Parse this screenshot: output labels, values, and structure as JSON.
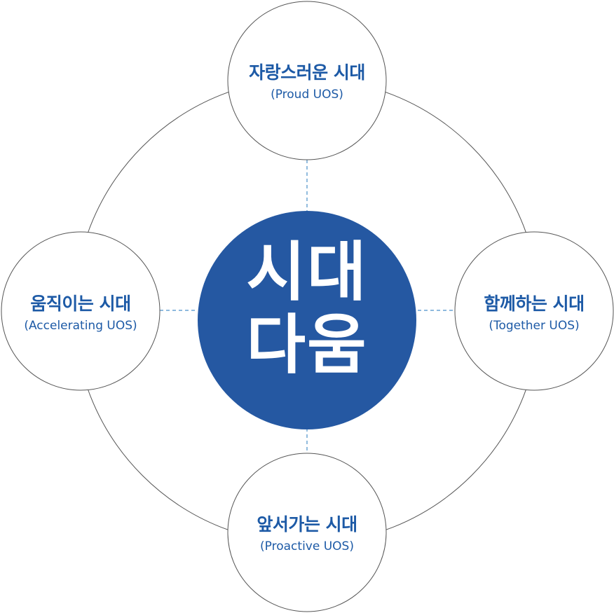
{
  "center": {
    "line1": "시대",
    "line2": "다움"
  },
  "nodes": {
    "top": {
      "title": "자랑스러운 시대",
      "subtitle": "(Proud UOS)"
    },
    "left": {
      "title": "움직이는 시대",
      "subtitle": "(Accelerating UOS)"
    },
    "right": {
      "title": "함께하는 시대",
      "subtitle": "(Together UOS)"
    },
    "bottom": {
      "title": "앞서가는 시대",
      "subtitle": "(Proactive UOS)"
    }
  },
  "colors": {
    "center_fill": "#2558a2",
    "text_blue": "#1d5aa6",
    "connector": "#4a8fc9",
    "outline": "#555555"
  }
}
